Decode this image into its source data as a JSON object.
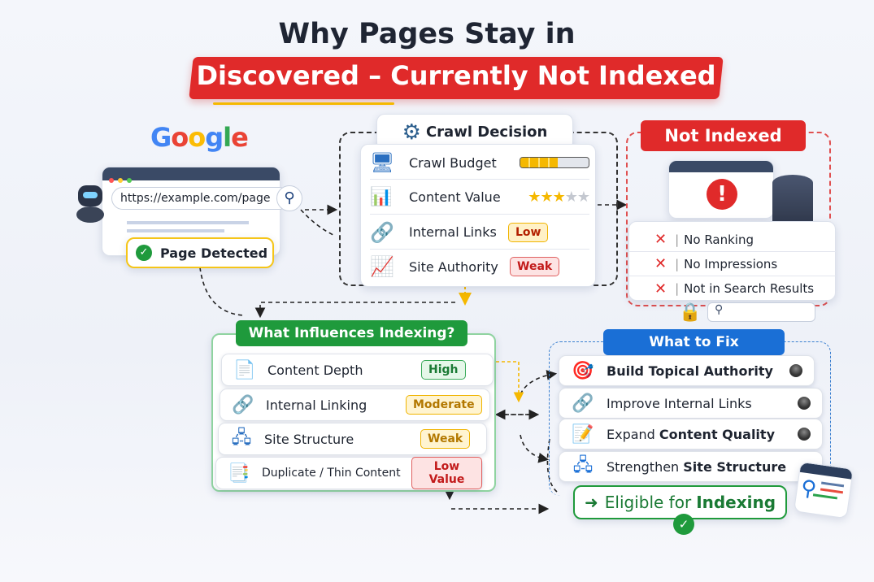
{
  "title_line1": "Why Pages Stay in",
  "title_line2": "Discovered – Currently Not Indexed",
  "google": {
    "logo": "Google",
    "url": "https://example.com/page",
    "badge": "Page Detected"
  },
  "crawl": {
    "title": "Crawl Decision",
    "rows": [
      {
        "label": "Crawl Budget",
        "budget_fill": 0.55
      },
      {
        "label": "Content Value",
        "stars": 3,
        "stars_max": 5
      },
      {
        "label": "Internal Links",
        "badge": "Low"
      },
      {
        "label": "Site Authority",
        "badge": "Weak"
      }
    ]
  },
  "not_indexed": {
    "title": "Not Indexed",
    "items": [
      "No Ranking",
      "No Impressions",
      "Not in Search Results"
    ]
  },
  "influences": {
    "title": "What Influences Indexing?",
    "rows": [
      {
        "label": "Content Depth",
        "badge": "High"
      },
      {
        "label": "Internal Linking",
        "badge": "Moderate"
      },
      {
        "label": "Site Structure",
        "badge": "Weak"
      },
      {
        "label": "Duplicate / Thin Content",
        "badge": "Low Value"
      }
    ]
  },
  "fix": {
    "title": "What to Fix",
    "rows": [
      {
        "pre": "",
        "bold": "Build Topical Authority"
      },
      {
        "pre": "Improve Internal Links",
        "bold": ""
      },
      {
        "pre": "Expand ",
        "bold": "Content Quality"
      },
      {
        "pre": "Strengthen ",
        "bold": "Site Structure"
      }
    ],
    "result_pre": "Eligible for ",
    "result_bold": "Indexing"
  },
  "colors": {
    "red": "#e02a2a",
    "green": "#1f9a3c",
    "blue": "#1a6fd6",
    "yellow": "#f5b800"
  }
}
